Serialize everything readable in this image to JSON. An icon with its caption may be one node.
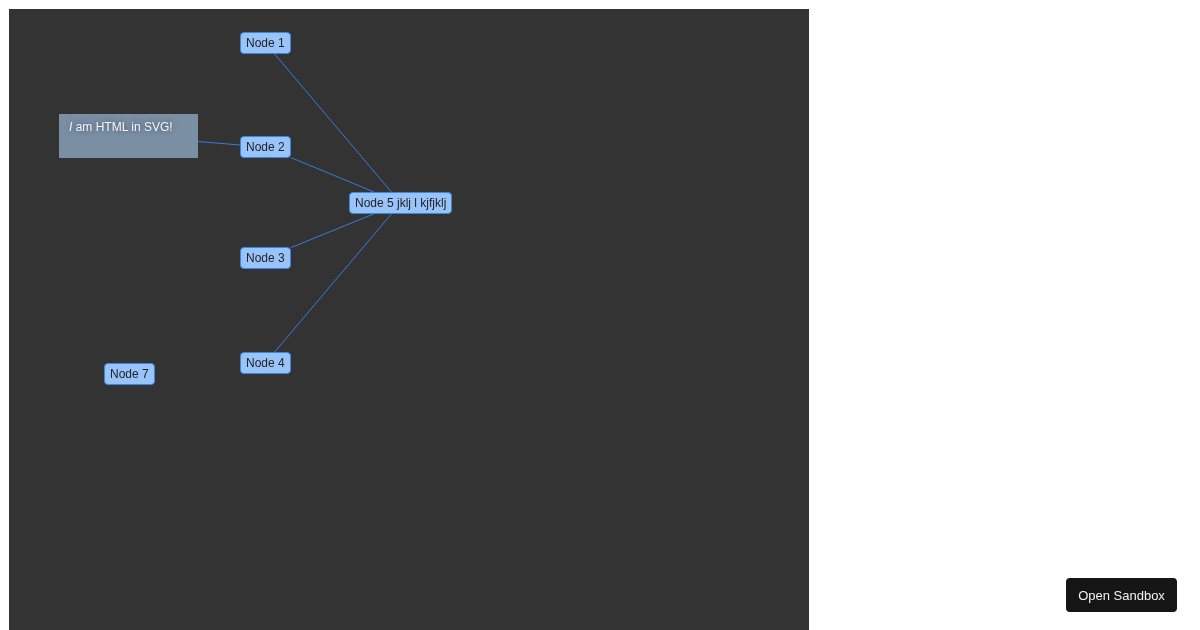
{
  "diagram": {
    "nodes": [
      {
        "text": [
          "Node 1"
        ]
      },
      {
        "text": [
          "*I* am HTML in SVG!"
        ]
      },
      {
        "text": [
          "Node 2"
        ]
      },
      {
        "text": [
          "Node 5 jklj l kjfjklj"
        ]
      },
      {
        "text": [
          "Node 3"
        ]
      },
      {
        "text": [
          "Node 4"
        ]
      },
      {
        "text": [
          "Node 7"
        ]
      }
    ],
    "edges": [
      {
        "from": 1,
        "to": 2,
        "arrow": "none"
      },
      {
        "from": 0,
        "to": 3,
        "arrow": "none"
      },
      {
        "from": 2,
        "to": 3,
        "arrow": "none"
      },
      {
        "from": 4,
        "to": 3,
        "arrow": "none"
      },
      {
        "from": 5,
        "to": 3,
        "arrow": "none"
      }
    ],
    "labels": [
      "Open Sandbox"
    ]
  }
}
